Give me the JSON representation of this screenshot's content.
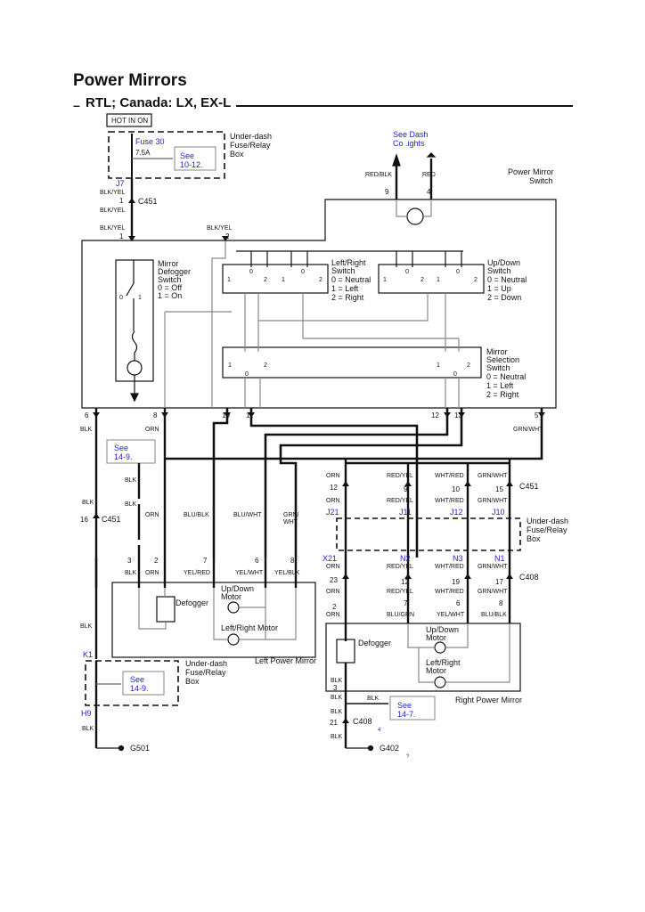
{
  "header": {
    "title": "Power Mirrors",
    "dash": "–",
    "subtitle": "RTL; Canada: LX, EX-L"
  },
  "texts": {
    "hot_in_on": "HOT IN ON",
    "fuse30": "Fuse 30",
    "fuse_amp": "7.5A",
    "see_1012_a": "See",
    "see_1012_b": "10-12.",
    "ud_fuse1_a": "Under-dash",
    "ud_fuse1_b": "Fuse/Relay",
    "ud_fuse1_c": "Box",
    "see_dash_a": "See Dash",
    "see_dash_b": "Co        .ights",
    "red_blk": "RED/BLK",
    "red": "RED",
    "pin9": "9",
    "pin4": "4",
    "pms_a": "Power Mirror",
    "pms_b": "Switch",
    "j7": "J7",
    "blk_yel": "BLK/YEL",
    "one": "1",
    "c451": "C451",
    "two": "2",
    "mds_a": "Mirror",
    "mds_b": "Defogger",
    "mds_c": "Switch",
    "mds_d": "0 =  Off",
    "mds_e": "1 =  On",
    "zero": "0",
    "lr_a": "Left/Right",
    "lr_b": "Switch",
    "lr_c": "0 =  Neutral",
    "lr_d": "1 =  Left",
    "lr_e": "2 =  Right",
    "ud_a": "Up/Down",
    "ud_b": "Switch",
    "ud_c": "0 =  Neutral",
    "ud_d": "1 =  Up",
    "ud_e": "2 =  Down",
    "ms_a": "Mirror",
    "ms_b": "Selection",
    "ms_c": "Switch",
    "ms_d": "0 =  Neutral",
    "ms_e": "1 =  Left",
    "ms_f": "2 =  Right",
    "p6": "6",
    "p8": "8",
    "p10": "10",
    "p11": "11",
    "p12": "12",
    "p13": "13",
    "p5": "5",
    "blk": "BLK",
    "orn": "ORN",
    "grn_wht": "GRN/WHT",
    "see149_a": "See",
    "see149_b": "14-9.",
    "red_yel": "RED/YEL",
    "wht_red": "WHT/RED",
    "p15": "15",
    "p9": "9",
    "j21": "J21",
    "j11": "J11",
    "j12": "J12",
    "j10": "J10",
    "p16": "16",
    "blu_blk": "BLU/BLK",
    "blu_wht": "BLU/WHT",
    "grn_wht2a": "GRN/",
    "grn_wht2b": "WHT",
    "ud_fuse2_a": "Under-dash",
    "ud_fuse2_b": "Fuse/Relay",
    "ud_fuse2_c": "Box",
    "x21": "X21",
    "n2": "N2",
    "n3": "N3",
    "n1": "N1",
    "c408": "C408",
    "p23": "23",
    "p19": "19",
    "p17": "17",
    "p3": "3",
    "p7": "7",
    "yel_red": "YEL/RED",
    "yel_wht": "YEL/WHT",
    "yel_blk": "YEL/BLK",
    "blu_grn": "BLU/GRN",
    "defogger": "Defogger",
    "udm_a": "Up/Down",
    "udm_b": "Motor",
    "lrm_a": "Left/Right Motor",
    "lrm2_a": "Left/Right",
    "lrm2_b": "Motor",
    "lpm": "Left Power Mirror",
    "rpm": "Right Power Mirror",
    "k1": "K1",
    "h9": "H9",
    "see147_a": "See",
    "see147_b": "14-7.",
    "p21": "21",
    "g501": "G501",
    "g402": "G402",
    "four": "4",
    "qmark": "?"
  },
  "colors": {
    "line": "#111111",
    "gray": "#888888",
    "link": "#2222cc"
  }
}
